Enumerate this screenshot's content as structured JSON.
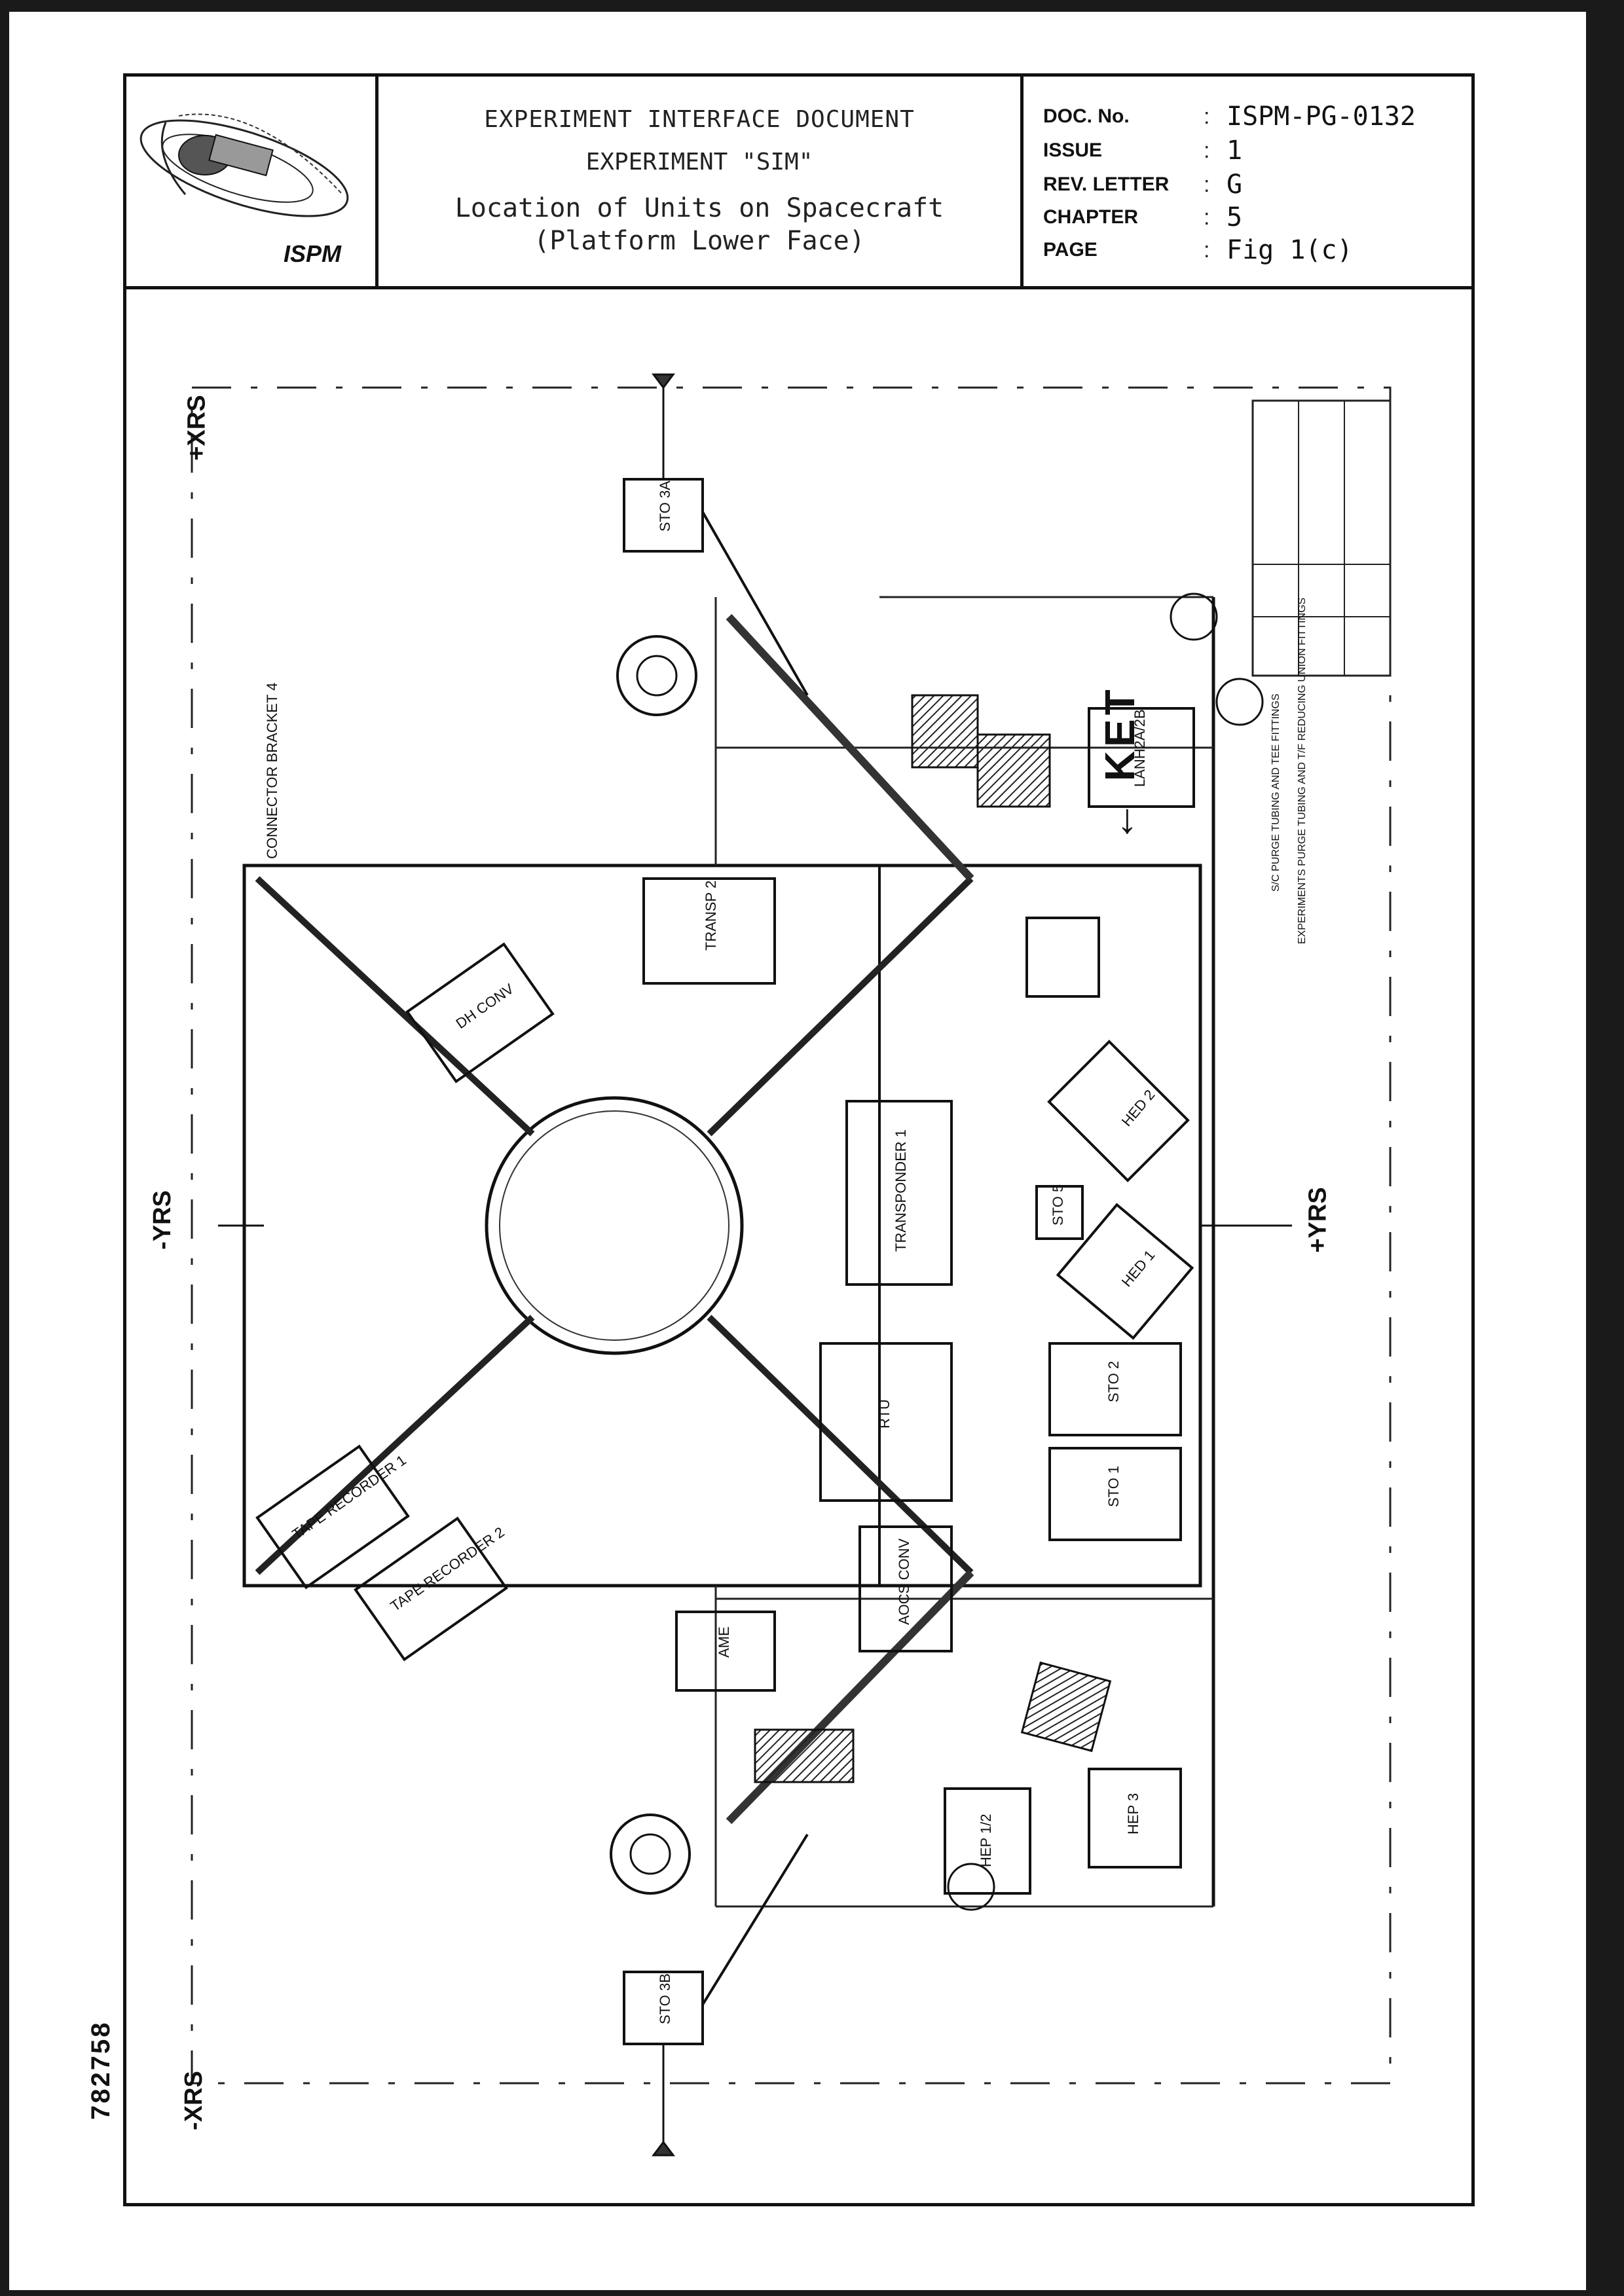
{
  "header": {
    "title_line1": "EXPERIMENT INTERFACE DOCUMENT",
    "title_line2": "EXPERIMENT \"SIM\"",
    "title_line3": "Location of Units on Spacecraft",
    "title_line4": "(Platform Lower Face)",
    "logo_text": "ISPM"
  },
  "meta": {
    "doc_no_label": "DOC. No.",
    "doc_no_value": "ISPM-PG-0132",
    "issue_label": "ISSUE",
    "issue_value": "1",
    "rev_label": "REV. LETTER",
    "rev_value": "G",
    "chapter_label": "CHAPTER",
    "chapter_value": "5",
    "page_label": "PAGE",
    "page_value": "Fig 1(c)"
  },
  "drawing": {
    "ket": "← KET",
    "plus_xrs": "+XRS",
    "minus_xrs": "-XRS",
    "plus_yrs": "+YRS",
    "minus_yrs": "-YRS",
    "units": {
      "sto3a": "STO 3A",
      "sto3b": "STO 3B",
      "sto5": "STO 5",
      "sto1": "STO 1",
      "sto2": "STO 2",
      "transp2": "TRANSP 2",
      "transponder1": "TRANSPONDER 1",
      "dh_conv": "DH CONV",
      "rtu": "RTU",
      "aocs_conv": "AOCS CONV",
      "ame": "AME",
      "tape_recorder1": "TAPE RECORDER 1",
      "tape_recorder2": "TAPE RECORDER 2",
      "hed1": "HED 1",
      "hed2": "HED 2",
      "hep3": "HEP 3",
      "hep12": "HEP 1/2",
      "lanh": "LANH2A/2B",
      "connector_bracket": "CONNECTOR BRACKET 4",
      "legend1": "S/C PURGE TUBING AND TEE FITTINGS",
      "legend2": "EXPERIMENTS PURGE TUBING AND T/F REDUCING UNION FITTINGS"
    }
  },
  "side_number": "782758"
}
